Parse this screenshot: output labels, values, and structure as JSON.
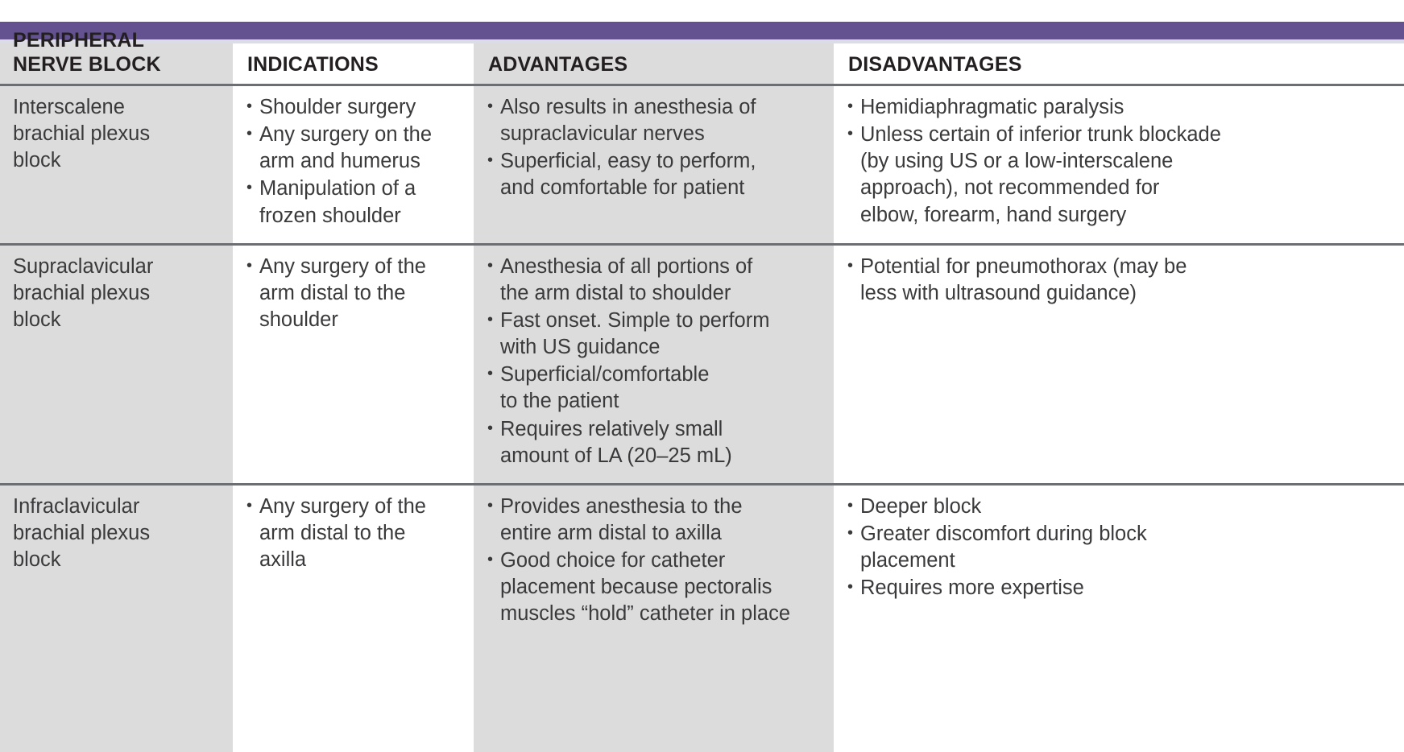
{
  "table": {
    "accent_color": "#63528f",
    "shade_color": "#dcdcdc",
    "rule_color": "#6d6e71",
    "headers": {
      "col1": "PERIPHERAL\nNERVE BLOCK",
      "col2": "INDICATIONS",
      "col3": "ADVANTAGES",
      "col4": "DISADVANTAGES"
    },
    "rows": [
      {
        "block": "Interscalene\nbrachial plexus\nblock",
        "indications": [
          "Shoulder surgery",
          "Any surgery on the\narm and humerus",
          "Manipulation of a\nfrozen shoulder"
        ],
        "advantages": [
          "Also results in anesthesia of\nsupraclavicular nerves",
          "Superficial, easy to perform,\nand comfortable for patient"
        ],
        "disadvantages": [
          "Hemidiaphragmatic paralysis",
          "Unless certain of inferior trunk blockade\n(by using US or a low-interscalene\napproach), not recommended for\nelbow, forearm, hand surgery"
        ]
      },
      {
        "block": "Supraclavicular\nbrachial plexus\nblock",
        "indications": [
          "Any surgery of the\narm distal to the\nshoulder"
        ],
        "advantages": [
          "Anesthesia of all portions of\nthe arm distal to shoulder",
          "Fast onset. Simple to perform\nwith US guidance",
          "Superficial/comfortable\nto the patient",
          "Requires relatively small\namount of LA (20–25 mL)"
        ],
        "disadvantages": [
          "Potential for pneumothorax (may be\nless with ultrasound guidance)"
        ]
      },
      {
        "block": "Infraclavicular\nbrachial plexus\nblock",
        "indications": [
          "Any surgery of the\narm distal to the\naxilla"
        ],
        "advantages": [
          "Provides anesthesia to the\nentire arm distal to axilla",
          "Good choice for catheter\nplacement because pectoralis\nmuscles “hold” catheter in place"
        ],
        "disadvantages": [
          "Deeper block",
          "Greater discomfort during block\nplacement",
          "Requires more expertise"
        ]
      }
    ]
  }
}
